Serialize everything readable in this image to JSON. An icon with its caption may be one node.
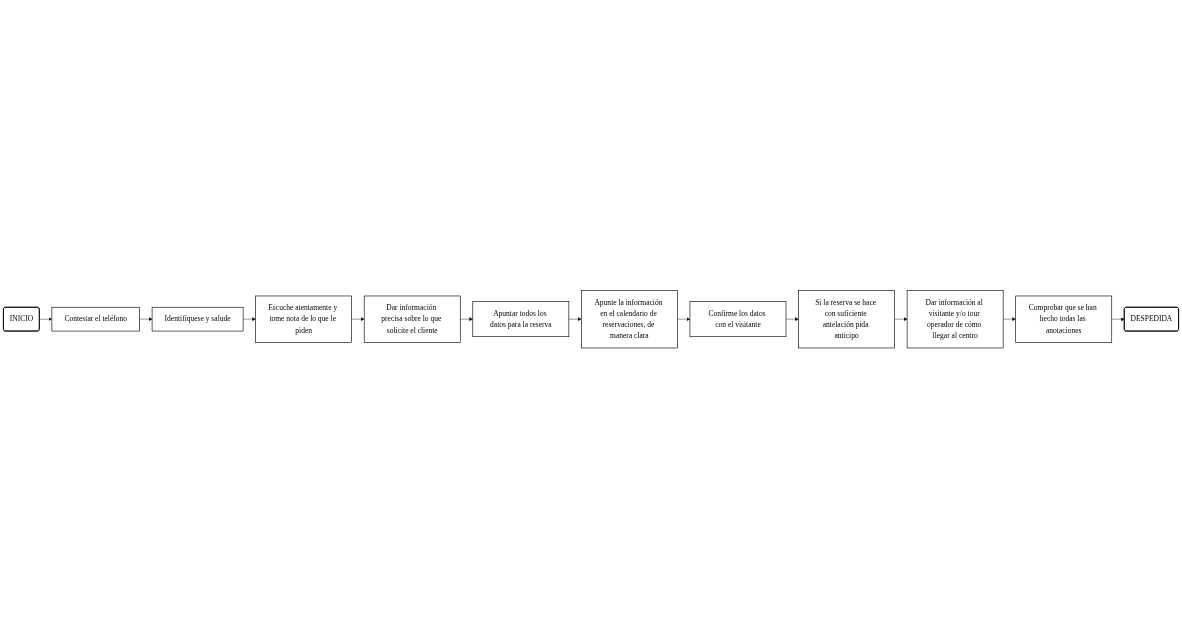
{
  "diagram": {
    "nodes": [
      {
        "text": [
          "INICIO"
        ]
      },
      {
        "text": [
          "Contestar el teléfono"
        ]
      },
      {
        "text": [
          "Identifíquese y salude"
        ]
      },
      {
        "text": [
          "Escuche atentamente y tome nota de lo que le piden"
        ]
      },
      {
        "text": [
          "Dar información precisa sobre lo que solicite el cliente"
        ]
      },
      {
        "text": [
          "Apuntar todos los datos para la reserva"
        ]
      },
      {
        "text": [
          "Apunte la información en el calendario de reservaciones, de manera clara"
        ]
      },
      {
        "text": [
          "Confirme los datos con el visitante"
        ]
      },
      {
        "text": [
          "Si la reserva se hace con suficiente antelación pida anticipo"
        ]
      },
      {
        "text": [
          "Dar información al visitante y/o tour operador de cómo llegar al centro"
        ]
      },
      {
        "text": [
          "Comprobar que se han hecho todas las anotaciones"
        ]
      },
      {
        "text": [
          "DESPEDIDA"
        ]
      }
    ],
    "edges": [
      {
        "from": 0,
        "to": 1,
        "arrow": "to"
      },
      {
        "from": 1,
        "to": 2,
        "arrow": "to"
      },
      {
        "from": 2,
        "to": 3,
        "arrow": "to"
      },
      {
        "from": 3,
        "to": 4,
        "arrow": "to"
      },
      {
        "from": 4,
        "to": 5,
        "arrow": "to"
      },
      {
        "from": 5,
        "to": 6,
        "arrow": "to"
      },
      {
        "from": 6,
        "to": 7,
        "arrow": "to"
      },
      {
        "from": 7,
        "to": 8,
        "arrow": "to"
      },
      {
        "from": 8,
        "to": 9,
        "arrow": "to"
      },
      {
        "from": 9,
        "to": 10,
        "arrow": "to"
      },
      {
        "from": 10,
        "to": 11,
        "arrow": "to"
      }
    ]
  }
}
